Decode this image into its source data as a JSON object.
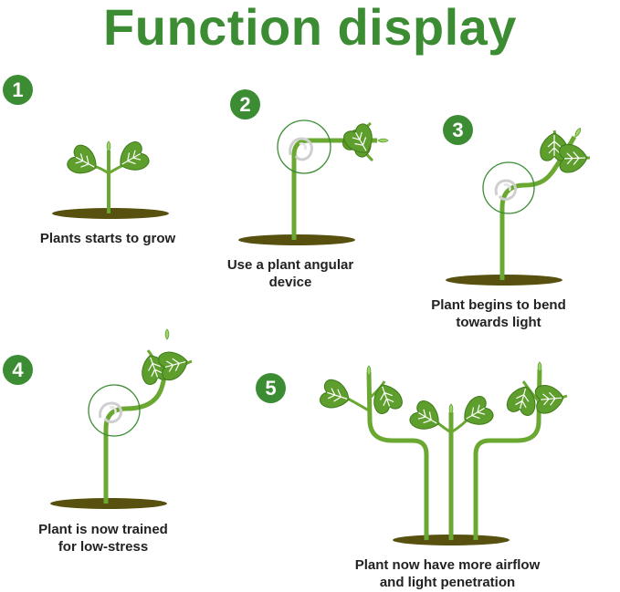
{
  "title": "Function display",
  "colors": {
    "accent": "#3b8c33",
    "stem": "#6aa832",
    "leaf": "#5e9e2c",
    "soil": "#57500f",
    "ring": "#3b8c33"
  },
  "steps": [
    {
      "number": "1",
      "caption_line1": "Plants starts to grow",
      "caption_line2": ""
    },
    {
      "number": "2",
      "caption_line1": "Use a plant angular",
      "caption_line2": "device"
    },
    {
      "number": "3",
      "caption_line1": "Plant begins to bend",
      "caption_line2": "towards light"
    },
    {
      "number": "4",
      "caption_line1": "Plant is now trained",
      "caption_line2": "for low-stress"
    },
    {
      "number": "5",
      "caption_line1": "Plant now have more airflow",
      "caption_line2": "and light penetration"
    }
  ]
}
